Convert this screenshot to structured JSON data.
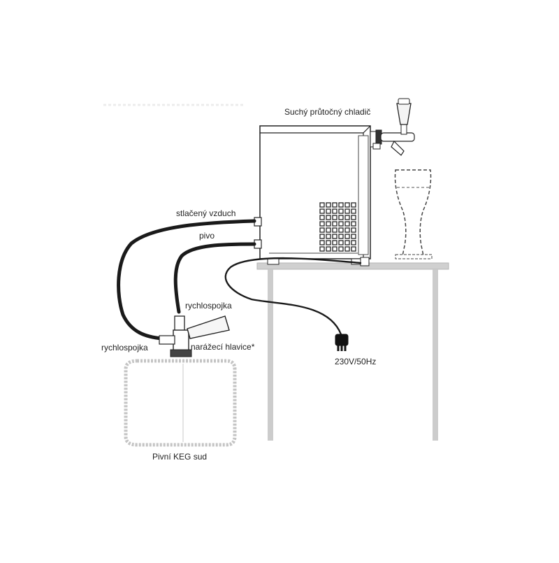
{
  "labels": {
    "cooler": "Suchý průtočný chladič",
    "air": "stlačený vzduch",
    "beer": "pivo",
    "coupler_upper": "rychlospojka",
    "coupler_lower": "rychlospojka",
    "keg_head": "narážecí hlavice*",
    "power": "230V/50Hz",
    "keg": "Pivní KEG sud"
  },
  "colors": {
    "hose": "#1a1a1a",
    "outline": "#222222",
    "table": "#c8c8c8",
    "keg_dash": "#c0c0c0"
  }
}
